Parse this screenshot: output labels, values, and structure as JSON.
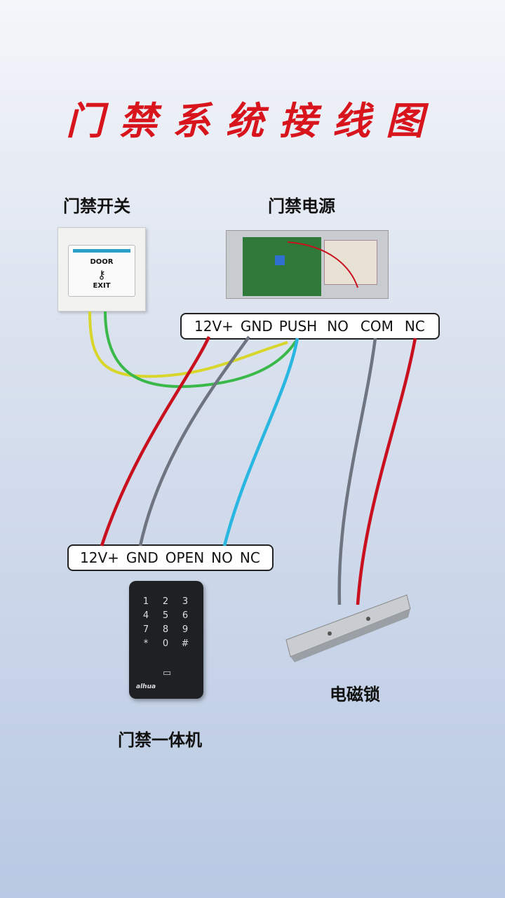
{
  "title": "门禁系统接线图",
  "labels": {
    "switch": "门禁开关",
    "power": "门禁电源",
    "keypad": "门禁一体机",
    "lock": "电磁锁"
  },
  "switch_plate": {
    "line1": "DOOR",
    "line2": "EXIT"
  },
  "power_terminals": [
    "12V+",
    "GND",
    "PUSH",
    "NO",
    "COM",
    "NC"
  ],
  "keypad_terminals": [
    "12V+",
    "GND",
    "OPEN",
    "NO",
    "NC"
  ],
  "keypad_keys": [
    "1",
    "2",
    "3",
    "4",
    "5",
    "6",
    "7",
    "8",
    "9",
    "*",
    "0",
    "#"
  ],
  "keypad_brand": "alhua",
  "wire_colors": {
    "red": "#c8101e",
    "gray": "#6e7580",
    "blue": "#29b6e0",
    "yellow": "#d8d62a",
    "green": "#3bb84a"
  }
}
